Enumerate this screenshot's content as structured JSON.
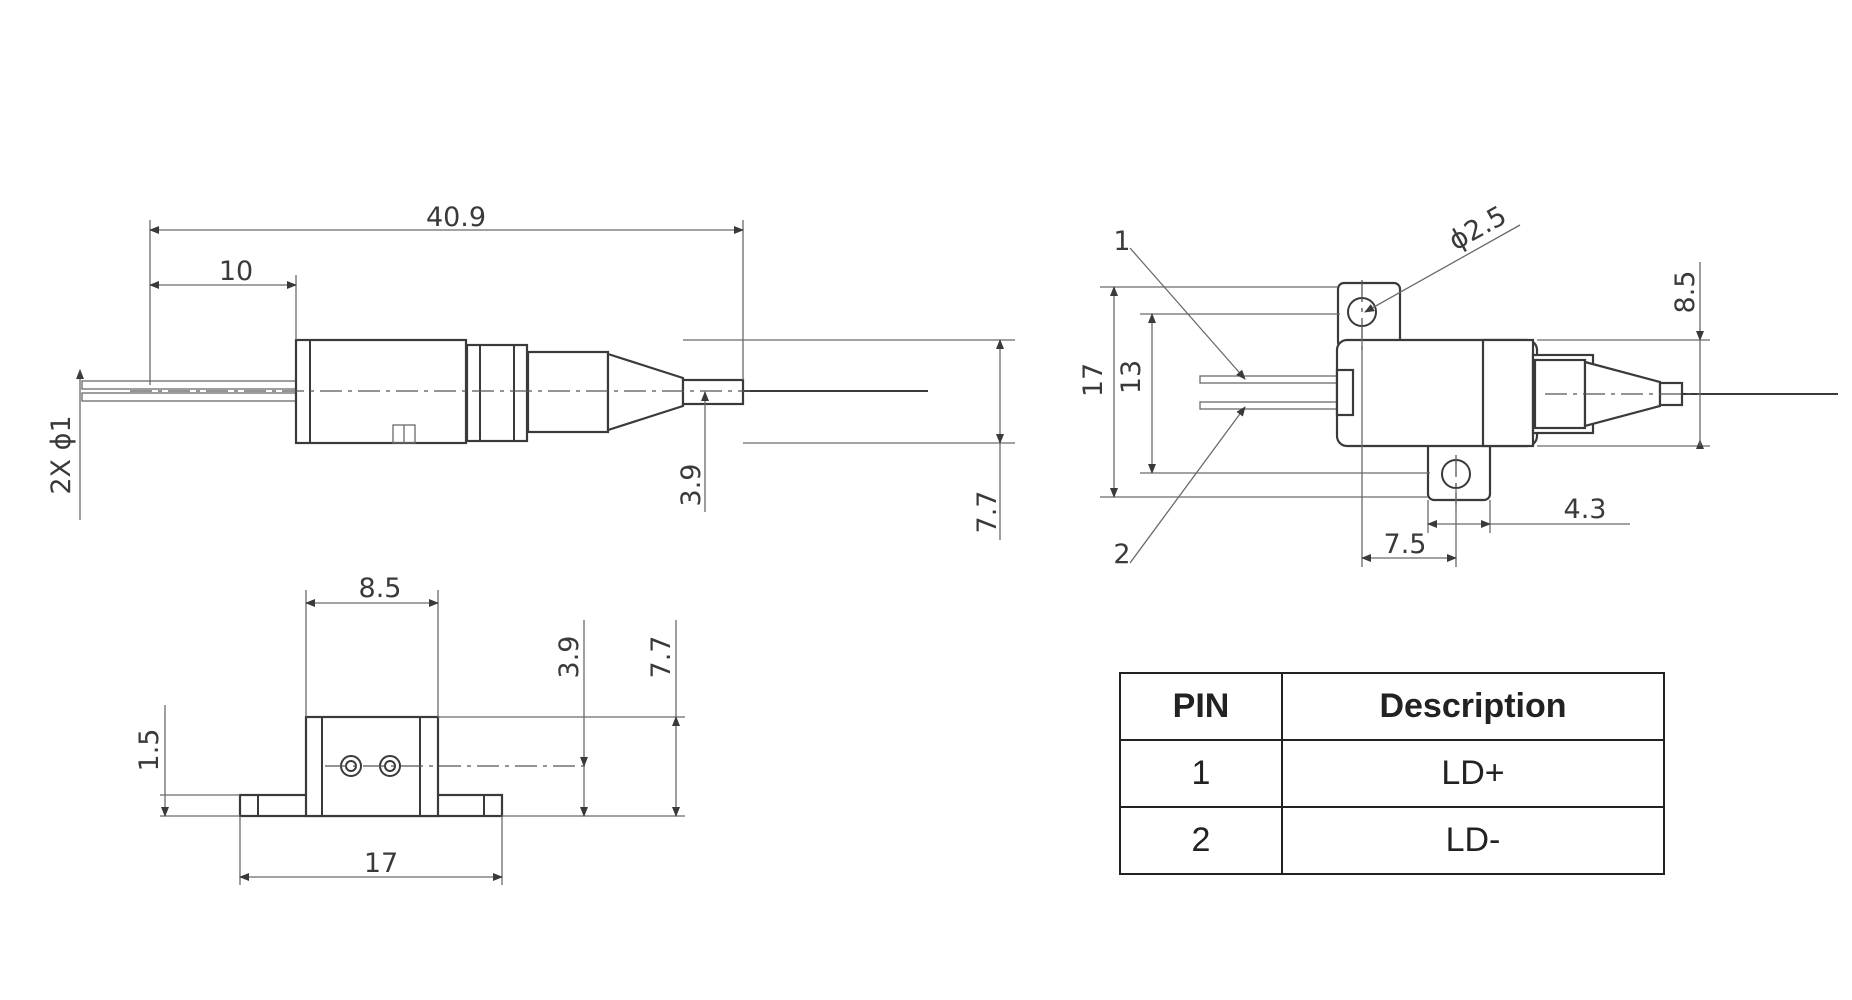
{
  "dimensions": {
    "overall_length": "40.9",
    "pin_length": "10",
    "pin_diameter": "2X ϕ1",
    "fiber_offset": "3.9",
    "body_height": "7.7",
    "front_width": "8.5",
    "front_offset": "3.9",
    "front_height": "7.7",
    "front_base": "1.5",
    "front_flange": "17",
    "top_hole_dia": "ϕ2.5",
    "top_flange": "17",
    "top_pin_span": "13",
    "top_body": "8.5",
    "top_hole_x": "7.5",
    "top_hole_w": "4.3",
    "pin_label_1": "1",
    "pin_label_2": "2"
  },
  "pin_table": {
    "headers": [
      "PIN",
      "Description"
    ],
    "rows": [
      {
        "pin": "1",
        "description": "LD+"
      },
      {
        "pin": "2",
        "description": "LD-"
      }
    ]
  }
}
